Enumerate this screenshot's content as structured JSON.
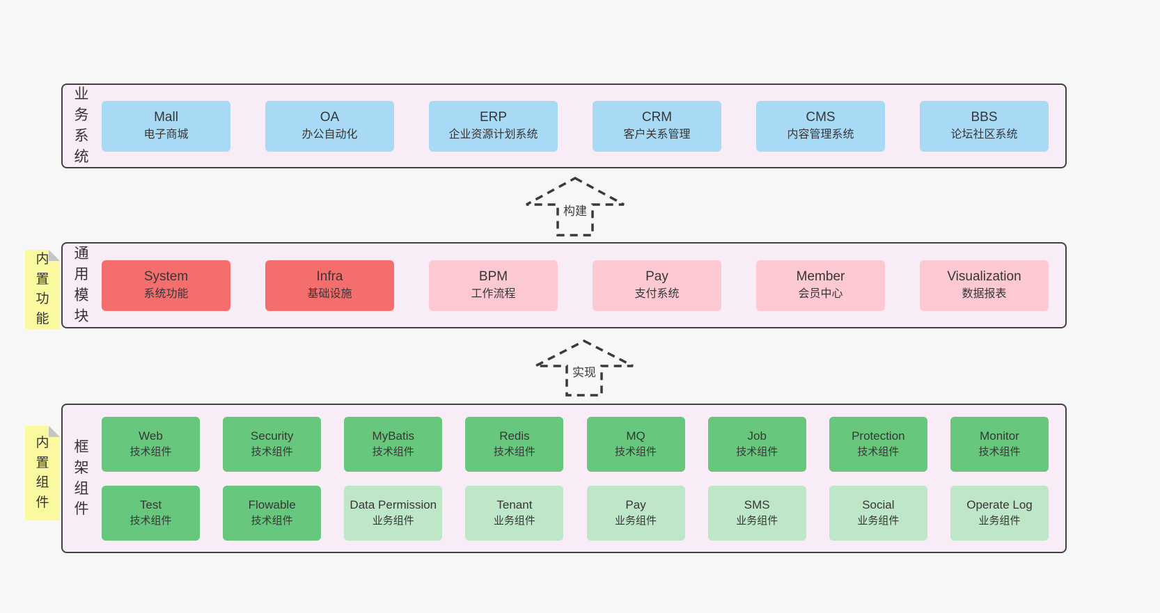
{
  "colors": {
    "page_background": "#f7f7f7",
    "container_fill": "#f8ecf6",
    "container_border": "#414141",
    "blue_box": "#a9daf5",
    "red_box": "#f56e6e",
    "pink_box": "#fcc9d3",
    "green_box": "#67c87d",
    "light_green_box": "#bee7c8",
    "sticky_tab": "#fbf9a0",
    "fold": "#c5c5c5",
    "text": "#363636"
  },
  "arrows": [
    {
      "label": "构建"
    },
    {
      "label": "实现"
    }
  ],
  "sections": {
    "business": {
      "label": "业务系统",
      "boxes": [
        {
          "en": "Mall",
          "zh": "电子商城"
        },
        {
          "en": "OA",
          "zh": "办公自动化"
        },
        {
          "en": "ERP",
          "zh": "企业资源计划系统"
        },
        {
          "en": "CRM",
          "zh": "客户关系管理"
        },
        {
          "en": "CMS",
          "zh": "内容管理系统"
        },
        {
          "en": "BBS",
          "zh": "论坛社区系统"
        }
      ]
    },
    "modules": {
      "label": "通用模块",
      "tab": "内置功能",
      "boxes": [
        {
          "en": "System",
          "zh": "系统功能"
        },
        {
          "en": "Infra",
          "zh": "基础设施"
        },
        {
          "en": "BPM",
          "zh": "工作流程"
        },
        {
          "en": "Pay",
          "zh": "支付系统"
        },
        {
          "en": "Member",
          "zh": "会员中心"
        },
        {
          "en": "Visualization",
          "zh": "数据报表"
        }
      ]
    },
    "framework": {
      "label": "框架组件",
      "tab": "内置组件",
      "row1": [
        {
          "en": "Web",
          "zh": "技术组件"
        },
        {
          "en": "Security",
          "zh": "技术组件"
        },
        {
          "en": "MyBatis",
          "zh": "技术组件"
        },
        {
          "en": "Redis",
          "zh": "技术组件"
        },
        {
          "en": "MQ",
          "zh": "技术组件"
        },
        {
          "en": "Job",
          "zh": "技术组件"
        },
        {
          "en": "Protection",
          "zh": "技术组件"
        },
        {
          "en": "Monitor",
          "zh": "技术组件"
        }
      ],
      "row2": [
        {
          "en": "Test",
          "zh": "技术组件"
        },
        {
          "en": "Flowable",
          "zh": "技术组件"
        },
        {
          "en": "Data Permission",
          "zh": "业务组件"
        },
        {
          "en": "Tenant",
          "zh": "业务组件"
        },
        {
          "en": "Pay",
          "zh": "业务组件"
        },
        {
          "en": "SMS",
          "zh": "业务组件"
        },
        {
          "en": "Social",
          "zh": "业务组件"
        },
        {
          "en": "Operate Log",
          "zh": "业务组件"
        }
      ]
    }
  }
}
